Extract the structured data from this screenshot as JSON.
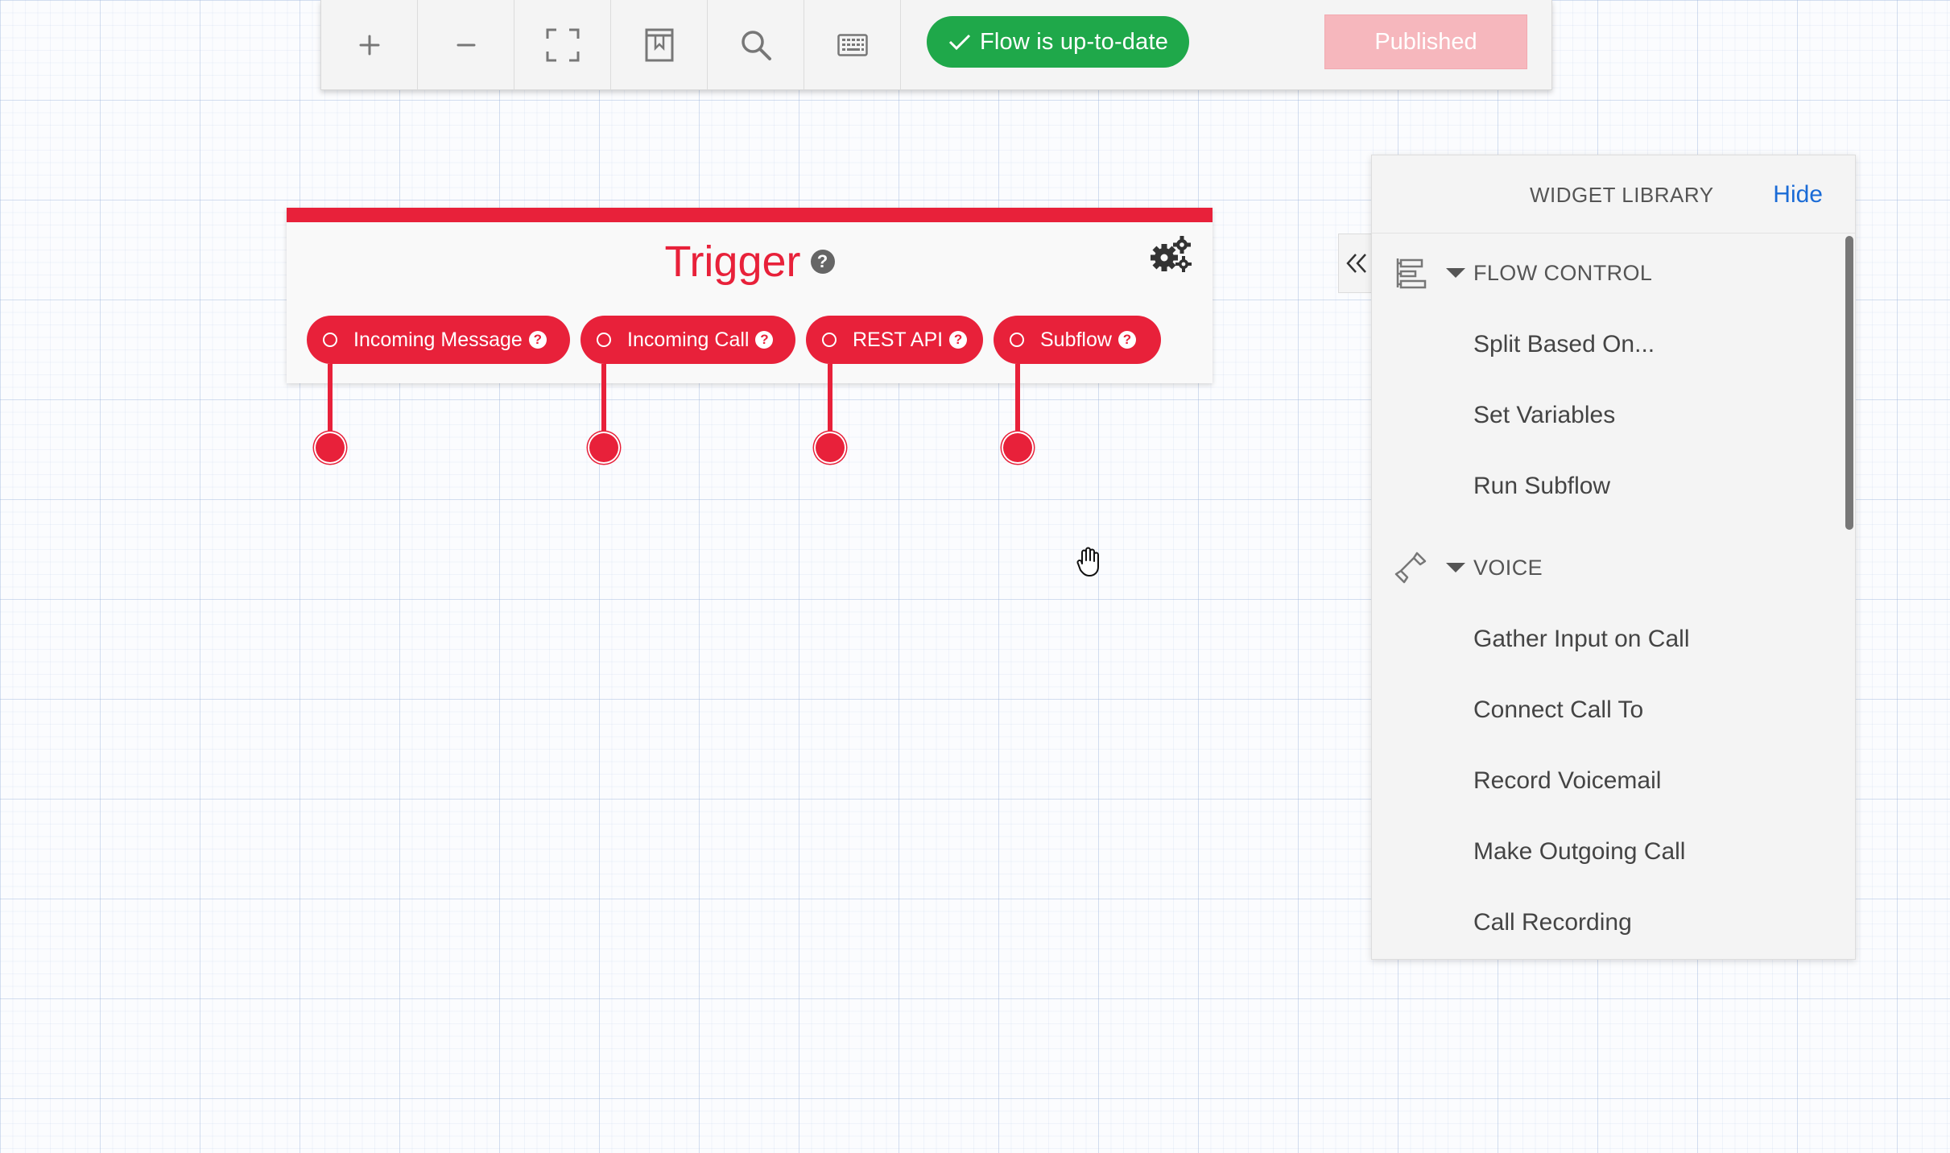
{
  "toolbar": {
    "buttons": [
      {
        "name": "zoom-in",
        "icon": "plus-icon"
      },
      {
        "name": "zoom-out",
        "icon": "minus-icon"
      },
      {
        "name": "fit-to-screen",
        "icon": "expand-icon"
      },
      {
        "name": "bookmark",
        "icon": "bookmark-icon"
      },
      {
        "name": "search",
        "icon": "search-icon"
      },
      {
        "name": "keyboard-shortcuts",
        "icon": "keyboard-icon"
      }
    ],
    "status_label": "Flow is up-to-date",
    "status_color": "#1fa84a",
    "publish_label": "Published",
    "publish_color": "#f6b7bd"
  },
  "trigger": {
    "title": "Trigger",
    "accent_color": "#e8213a",
    "transitions": [
      {
        "label": "Incoming Message"
      },
      {
        "label": "Incoming Call"
      },
      {
        "label": "REST API"
      },
      {
        "label": "Subflow"
      }
    ]
  },
  "widget_library": {
    "title": "WIDGET LIBRARY",
    "hide_label": "Hide",
    "sections": [
      {
        "label": "FLOW CONTROL",
        "icon": "flow-control-icon",
        "items": [
          "Split Based On...",
          "Set Variables",
          "Run Subflow"
        ]
      },
      {
        "label": "VOICE",
        "icon": "phone-icon",
        "items": [
          "Gather Input on Call",
          "Connect Call To",
          "Record Voicemail",
          "Make Outgoing Call",
          "Call Recording"
        ]
      }
    ]
  }
}
